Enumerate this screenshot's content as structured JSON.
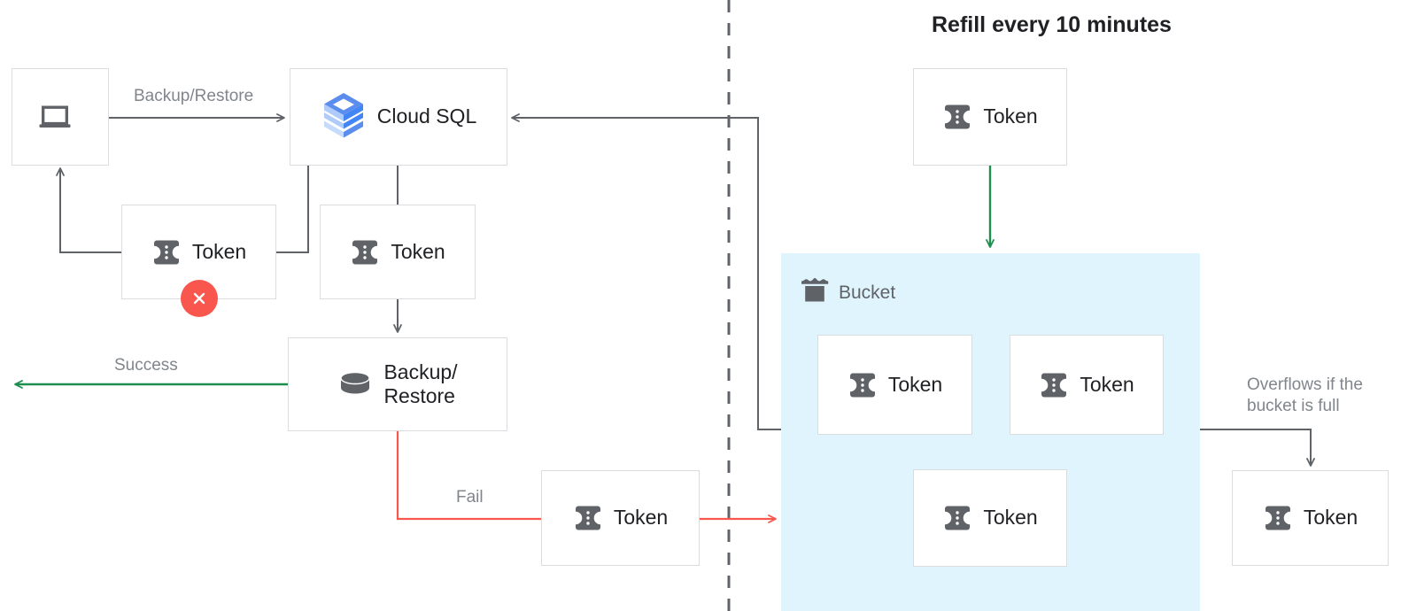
{
  "title": "Refill every 10 minutes",
  "colors": {
    "arrow_gray": "#5f6368",
    "arrow_green": "#1e8e4e",
    "arrow_red": "#f9574d",
    "bucket_fill": "#e0f4fd",
    "box_border": "#dadce0",
    "text_primary": "#202124",
    "text_muted": "#80868b",
    "icon_gray": "#5f6368",
    "fail_badge": "#f9574d"
  },
  "nodes": {
    "client": {
      "label": "",
      "icon": "laptop-icon"
    },
    "cloud_sql": {
      "label": "Cloud SQL",
      "icon": "cloud-sql-icon"
    },
    "token_client": {
      "label": "Token",
      "icon": "token-icon"
    },
    "token_sql": {
      "label": "Token",
      "icon": "token-icon"
    },
    "backup_restore": {
      "label": "Backup/\nRestore",
      "icon": "database-icon"
    },
    "token_fail": {
      "label": "Token",
      "icon": "token-icon"
    },
    "token_refill": {
      "label": "Token",
      "icon": "token-icon"
    },
    "token_bucket_1": {
      "label": "Token",
      "icon": "token-icon"
    },
    "token_bucket_2": {
      "label": "Token",
      "icon": "token-icon"
    },
    "token_bucket_3": {
      "label": "Token",
      "icon": "token-icon"
    },
    "token_overflow": {
      "label": "Token",
      "icon": "token-icon"
    }
  },
  "bucket": {
    "label": "Bucket",
    "icon": "bucket-icon"
  },
  "edge_labels": {
    "backup_restore": "Backup/Restore",
    "success": "Success",
    "fail": "Fail",
    "overflow": "Overflows if the\nbucket is full"
  }
}
